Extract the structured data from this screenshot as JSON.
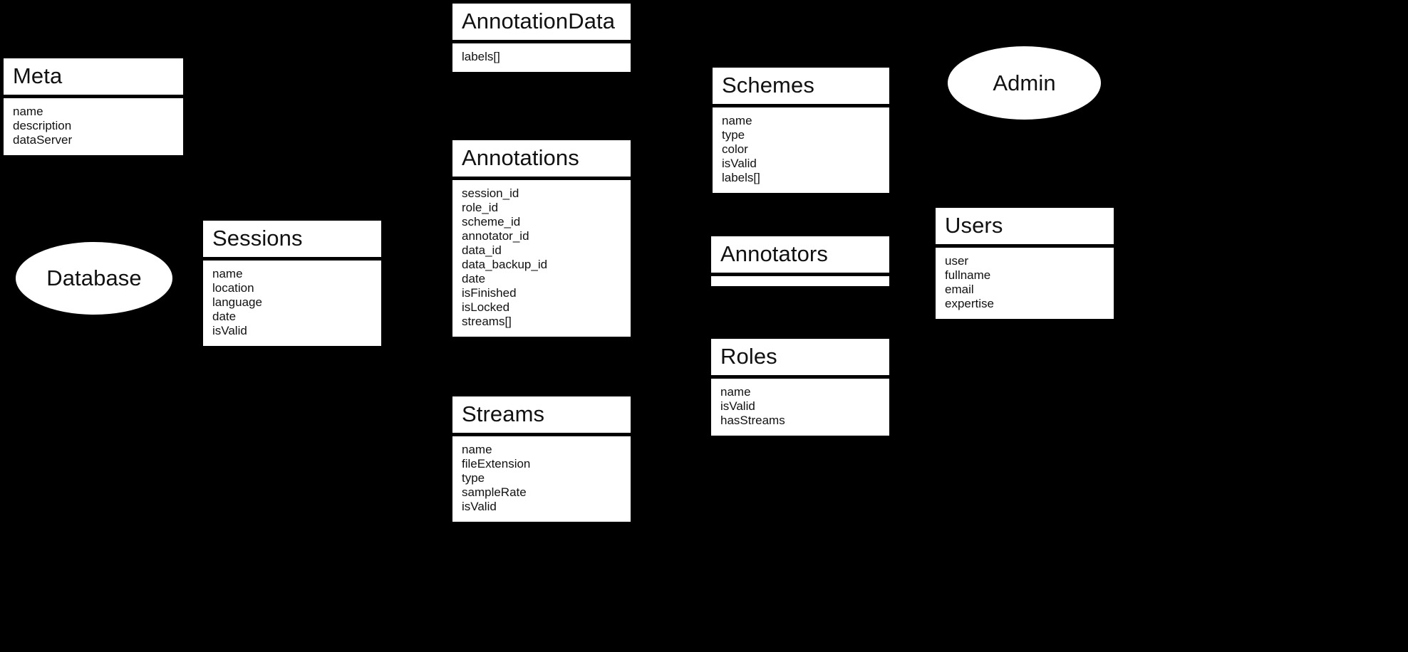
{
  "diagram": {
    "background_color": "#000000",
    "node_fill_color": "#ffffff",
    "node_text_color": "#111111",
    "entities": [
      {
        "name": "Meta",
        "title": "Meta",
        "fields": [
          "name",
          "description",
          "dataServer"
        ]
      },
      {
        "name": "AnnotationData",
        "title": "AnnotationData",
        "fields": [
          "labels[]"
        ]
      },
      {
        "name": "Annotations",
        "title": "Annotations",
        "fields": [
          "session_id",
          "role_id",
          "scheme_id",
          "annotator_id",
          "data_id",
          "data_backup_id",
          "date",
          "isFinished",
          "isLocked",
          "streams[]"
        ]
      },
      {
        "name": "Sessions",
        "title": "Sessions",
        "fields": [
          "name",
          "location",
          "language",
          "date",
          "isValid"
        ]
      },
      {
        "name": "Streams",
        "title": "Streams",
        "fields": [
          "name",
          "fileExtension",
          "type",
          "sampleRate",
          "isValid"
        ]
      },
      {
        "name": "Schemes",
        "title": "Schemes",
        "fields": [
          "name",
          "type",
          "color",
          "isValid",
          "labels[]"
        ]
      },
      {
        "name": "Annotators",
        "title": "Annotators",
        "fields": []
      },
      {
        "name": "Roles",
        "title": "Roles",
        "fields": [
          "name",
          "isValid",
          "hasStreams"
        ]
      },
      {
        "name": "Users",
        "title": "Users",
        "fields": [
          "user",
          "fullname",
          "email",
          "expertise"
        ]
      }
    ],
    "ellipses": [
      {
        "name": "Database",
        "label": "Database"
      },
      {
        "name": "Admin",
        "label": "Admin"
      }
    ]
  }
}
